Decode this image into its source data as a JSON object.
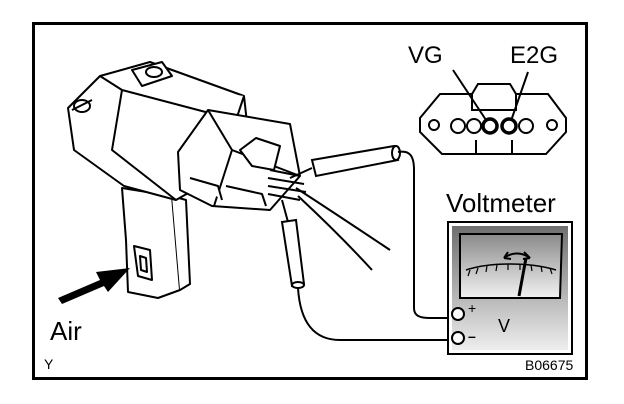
{
  "labels": {
    "pin_vg": "VG",
    "pin_e2g": "E2G",
    "meter_title": "Voltmeter",
    "meter_plus": "+",
    "meter_minus": "–",
    "meter_unit": "V",
    "air": "Air",
    "corner_code": "Y",
    "figure_id": "B06675"
  },
  "colors": {
    "ink": "#000000",
    "paper": "#ffffff",
    "meter_gradient_dark": "#6e6e6e",
    "meter_gradient_light": "#eeeeee"
  }
}
